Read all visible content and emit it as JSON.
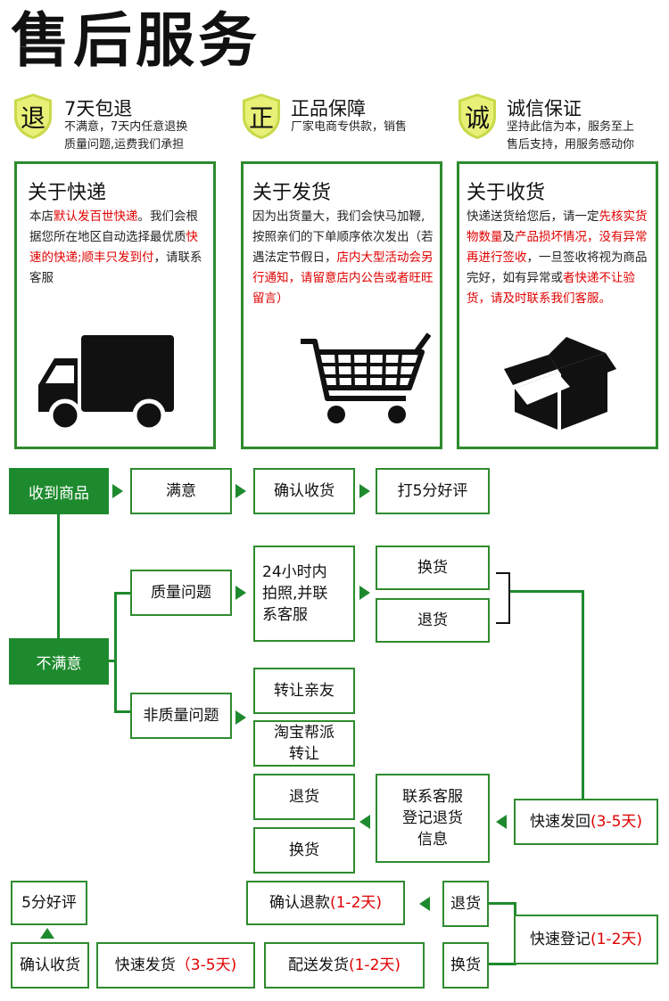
{
  "page_title": "售后服务",
  "features": [
    {
      "badge": "退",
      "title": "7天包退",
      "desc1": "不满意，7天内任意退换",
      "desc2": "质量问题,运费我们承担"
    },
    {
      "badge": "正",
      "title": "正品保障",
      "desc1": "厂家电商专供款，销售",
      "desc2": ""
    },
    {
      "badge": "诚",
      "title": "诚信保证",
      "desc1": "坚持此信为本，服务至上",
      "desc2": "售后支持，用服务感动你"
    }
  ],
  "cards": [
    {
      "title": "关于快递",
      "icon": "truck-icon"
    },
    {
      "title": "关于发货",
      "icon": "shopping-cart-icon"
    },
    {
      "title": "关于收货",
      "icon": "open-box-icon"
    }
  ],
  "card1": {
    "s1": "本店",
    "s2": "默认发百世快递",
    "s3": "。我们会根据您所在地区自动选择最优质",
    "s4": "快速的快递;顺丰只发到付",
    "s5": "，请联系客服"
  },
  "card2": {
    "s1": "因为出货量大，我们会快马加鞭,按照亲们的下单顺序依次发出（若遇法定节假日，",
    "s2": "店内大型活动会另行通知",
    "s3": "，请留意店内公告或者旺旺留言）"
  },
  "card3": {
    "s1": "快递送货给您后，请一定",
    "s2": "先核实货物数量",
    "s3": "及",
    "s4": "产品损坏情况，没有异常再进行签收",
    "s5": "，一旦签收将视为商品完好，如有异常或",
    "s6": "者快递不让验货，请及时联系我们客服。"
  },
  "flow": {
    "received": "收到商品",
    "satisfied": "满意",
    "confirm_receipt": "确认收货",
    "good_review": "打5分好评",
    "unsatisfied": "不满意",
    "quality_issue": "质量问题",
    "photo_contact_1": "24小时内",
    "photo_contact_2": "拍照,并联",
    "photo_contact_3": "系客服",
    "exchange": "换货",
    "return": "退货",
    "non_quality_issue": "非质量问题",
    "transfer_friends": "转让亲友",
    "taobao_1": "淘宝帮派",
    "taobao_2": "转让",
    "return2": "退货",
    "exchange2": "换货",
    "contact_1": "联系客服",
    "contact_2": "登记退货",
    "contact_3": "信息",
    "ship_back": "快速发回",
    "ship_back_days": "(3-5天)",
    "good_review2": "5分好评",
    "confirm_refund": "确认退款",
    "confirm_refund_days": "(1-2天)",
    "return3": "退货",
    "exchange3": "换货",
    "quick_register": "快速登记",
    "quick_register_days": "(1-2天)",
    "confirm_receipt2": "确认收货",
    "quick_ship": "快速发货",
    "quick_ship_days": "（3-5天)",
    "delivery": "配送发货",
    "delivery_days": "(1-2天)"
  }
}
